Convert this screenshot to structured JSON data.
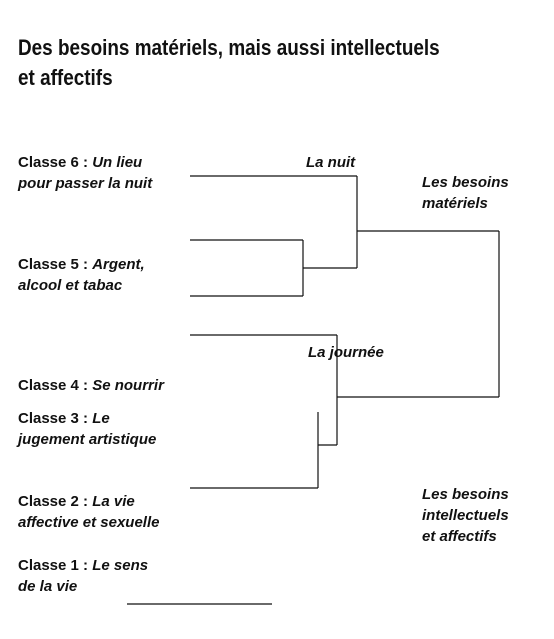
{
  "title": "Des besoins matériels, mais aussi intellectuels\net affectifs",
  "classes": [
    {
      "number": "Classe 6 :",
      "line1": "Un lieu",
      "line2": "pour passer la nuit"
    },
    {
      "number": "Classe 5 :",
      "line1": "Argent,",
      "line2": "alcool et tabac"
    },
    {
      "number": "Classe 4 :",
      "line1": "Se nourrir",
      "line2": ""
    },
    {
      "number": "Classe 3 :",
      "line1": "Le",
      "line2": "jugement artistique"
    },
    {
      "number": "Classe 2 :",
      "line1": "La vie",
      "line2": "affective et sexuelle"
    },
    {
      "number": "Classe 1 :",
      "line1": "Le sens",
      "line2": "de la vie"
    }
  ],
  "labels": {
    "nuit": "La nuit",
    "journee": "La journée",
    "materiels_1": "Les besoins",
    "materiels_2": "matériels",
    "intellectuels_1": "Les besoins",
    "intellectuels_2": "intellectuels",
    "intellectuels_3": "et affectifs"
  }
}
